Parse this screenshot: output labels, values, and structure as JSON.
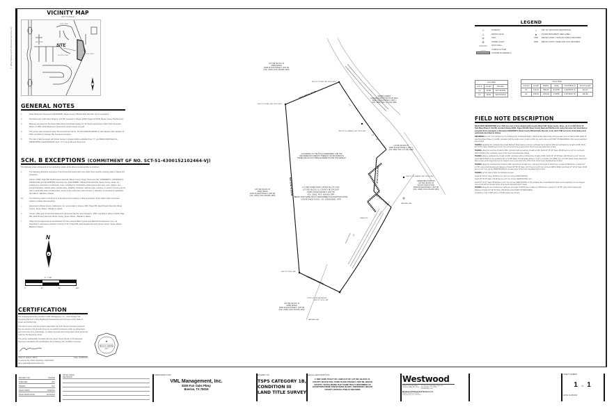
{
  "copyright": "© 2022 Westwood Professional Services, Inc.",
  "vicinity_map": {
    "title": "VICINITY MAP",
    "subtitle": "(NOT TO SCALE)",
    "site_label": "SITE",
    "street_labels": [
      "RIVER CREST",
      "FALL CREEK",
      "BIG WOLF CREEK",
      "RIVER CREST",
      "FAIR OAKS PKWY"
    ]
  },
  "general_notes": {
    "title": "GENERAL NOTES",
    "items": [
      {
        "n": "1.",
        "text": "Deed Reference: Document 20200030051, Bexar County Official Public Records. (As an exception)"
      },
      {
        "n": "2.",
        "text": "Plat Reference: Park Place Phase II, Unit 6B, recorded in Volume 20001, Pages 604-606, Bexar County Plat Records."
      },
      {
        "n": "3.",
        "text": "Bearings are based on the Texas State Plane Coordinate System for the South Central Zone 4204, North American Datum of 1983, 2011 Adjustment. Dimensions shown hereon are grid."
      },
      {
        "n": "4.",
        "text": "This survey was completed using Title Commitment GF No. SCT-51-4300152102464-VJ with effective date January 19, 2022, provided by Chicago Title Insurance Company."
      },
      {
        "n": "5.",
        "text": "The tract of land surveyed and shown hereon is situated within unshaded Zone \"X\", per FEMA FIRM Panel No. 48029C0065F, dated 9/29/2010. Zone \"X\" is not a 100-year flood zone."
      }
    ]
  },
  "sch_b": {
    "title": "SCH. B EXCEPTIONS",
    "title_sub": "(COMMITMENT GF NO. SCT-51-4300152102464-VJ)",
    "intro": "The following notes correspond to the numbering system of the above mentioned title commitment.",
    "items": [
      {
        "n": "1.",
        "text": "The following restrictive covenants of record itemized below (We must either insert specific recording data or delete this exception):"
      },
      {
        "n": "",
        "text": "Volume 11996, Page 965, Real Property Records, Bexar County, Texas; Document Nos. 20190088271, 20190202441, 20190210111 and 20210095250; Document No. 20210008887, Official Public Records, Bexar County, Texas, but omitting any covenants or restrictions, if any, including but not limited to those based upon race, color, religion, sex, sexual orientation, familial status, marital status, disability, handicap, national origin, ancestry, or source of income as set forth in applicable state or federal laws, except to the extent that said covenant or restriction is permitted by applicable law. Affects - Blanket in Nature"
      },
      {
        "n": "10.",
        "text": "The following matters and all terms of the documents creating or offering evidence of the matters (We must insert matters or delete this exception):"
      },
      {
        "n": "j.",
        "text": "Agreement to Bexar County Cablevision, Inc. as recorded in Volume 2225, Page 789, Real Property Records, Bexar County, Texas. Affects - Blanket in Nature"
      },
      {
        "n": "k.",
        "text": "Access, Utility and Construction Easement Agreement filed for record August 4, 2003, recorded in Volume 10199, Page 980, Real Property Records, Bexar County, Texas. Affects - Blanket in Nature"
      },
      {
        "n": "l.",
        "text": "Utility Service Agreement by and between the San Antonio Water System and Macbeth Development, LLC, as described in instrument recorded in Volume 17741, Page 816, Real Property Records, Bexar County, Texas. Affects - Blanket in Nature"
      }
    ]
  },
  "scale": {
    "label": "1\" = 40'",
    "ticks": [
      "0",
      "40",
      "80",
      "120"
    ]
  },
  "certification": {
    "title": "CERTIFICATION",
    "p1": "The undersigned hereby certifies to VML Management, Inc., and Chicago Title Company that he is a duly Registered Professional Land Surveyor of the State of Texas, and further that:",
    "p2": "This plat of survey and the property description set forth hereon has been prepared from an actual on the ground survey by me and/or employees under my supervision and to the best of my knowledge, no visible encroachments have been found except as noted on the foregoing survey.",
    "p3": "This survey substantially complies with the current Texas Society of Professional Surveyors standards and specifications for a Category 1B, Condition III survey.",
    "signer": "Jason R. Gabriel, RPLS",
    "license": "Tx License No. 6240, Expiration: 12/31/2022",
    "email": "jason.gabriel@westwoodps.com",
    "date": "Date: 01/28/2022",
    "seal": {
      "top": "STATE OF TEXAS",
      "name": "JASON R. GABRIEL",
      "number": "6240",
      "bottom": "LAND SURVEYOR"
    }
  },
  "legend": {
    "title": "LEGEND",
    "left": [
      {
        "sym": "⊹",
        "label": "HYDRANT"
      },
      {
        "sym": "⊥",
        "label": "WATER VALVE"
      },
      {
        "sym": "╤",
        "label": "SIGN"
      },
      {
        "sym": "⊚",
        "label": "STREET LIGHT"
      },
      {
        "sym": "▭▭▭",
        "label": "ROCK WALL"
      },
      {
        "sym": "——",
        "label": "CURB & GUTTER"
      },
      {
        "sym": "▨",
        "label": "CONCRETE SIDEWALK"
      }
    ],
    "right": [
      {
        "sym": "○",
        "label": "SET 1/2\" IRON ROD (WESTWOOD)"
      },
      {
        "sym": "●",
        "label": "FOUND MONUMENT (SEE LABEL)"
      },
      {
        "sym": "OPR",
        "label": "BEXAR COUNTY OFFICIAL PUBLIC RECORDS"
      },
      {
        "sym": "DPR",
        "label": "BEXAR COUNTY DEED AND PLAT RECORDS"
      }
    ]
  },
  "line_table": {
    "title": "Line Table",
    "headers": [
      "Line #",
      "Length",
      "Direction"
    ],
    "rows": [
      [
        "L1",
        "29.08",
        "S27°29'43\"E"
      ],
      [
        "L2",
        "18.36",
        "S32°31'22\"W"
      ]
    ]
  },
  "curve_table": {
    "title": "Curve Table",
    "headers": [
      "Curve #",
      "Length",
      "Radius",
      "Delta",
      "Chord Bearing",
      "Chord Length"
    ],
    "rows": [
      [
        "C1",
        "113.61",
        "695.00",
        "9°21'58\"",
        "S 36°58'34\" E",
        "113.47"
      ],
      [
        "C2",
        "230.64",
        "1786.00",
        "7°23'56\"",
        "S 32°08'19\" W",
        "230.48"
      ]
    ]
  },
  "field_notes": {
    "title": "FIELD NOTE DESCRIPTION",
    "paragraphs": [
      {
        "bold": "FIELD NOTE DESCRIPTION of a 1.7987 acre tract of land situated within County Block 5197, Bexar County, Texas, out of Lot 902, Block 15, Park Place Phase II, Unit 6B, recorded Volume 20001, Pages 604-606, Bexar County Deed and Plat Records, being that same tract described as exception from conveyance in Document 20200030051, Bexar County Official Public Records, in all, said 1.7987 acre tract of land being more particularly described as follows:",
        "text": ""
      },
      {
        "bold": "BEGINNING",
        "text": " at a 1/2\" iron rod found on the northwest line of Macbeth Road, a 110-foot wide right-of-way, being an east corner of said Lot 902, Block 15, said Park Place Phase II, Unit 6B, coincident with the south corner of said Lot 906, the south corner and POINT OF BEGINNING of the herein described tract of land;"
      },
      {
        "bold": "THENCE,",
        "text": " departing the southeast line of said Macbeth Road, along a common northeast line of said Lot 902 and southwest line of said Lot 906, North 63° 31' 51\" West, 119.98 feet to a 1/2\" iron rod found for the a west corner of the herein described tract of land;"
      },
      {
        "bold": "THENCE,",
        "text": " along the west line of said Lot 902, coincident with an east line of said Lot 906, North 04° 33' 00\" West, 283.96 feet to a 1/2\" iron rod found (RPLS 5430) for the northwest corner of the herein described tract of land;"
      },
      {
        "bold": "THENCE,",
        "text": " along a southeast line of said Lot 906, coincident with a northwest line of said Lot 902, North 63° 19' 05\" East, 136.39 feet to a 1/2\" iron rod found (RPLS 5430) on the southwest line of Lot 8B, Block 15, Park Place Phase II, Unit 1, recorded in Vol. 9562, Pgs. 147-148, Bexar County Deed and Plat records, at the beginning of a non-tangent curve to the left for the north corner of the herein described tract of land;"
      },
      {
        "bold": "THENCE,",
        "text": " along the southwest line of said Lot 8B, along the arc of said curve, having an arc length of 113.61 feet, a radius of 695.00 feet, a delta of 9° 21' 58\", and a chord bearing and distance of South 36° 58' 34\" East, 113.47 feet to a 1/2\" iron rod found (RPLS 5942), and South 27° 29' 43\" East, 29.08 feet to a 1/2\" iron rod set (WESTWOOD) for an east corner of the herein described tract of land;"
      },
      {
        "bold": "THENCE,",
        "text": " across said Lot 902, the following courses:"
      },
      {
        "bold": "",
        "text": "South 52° 29' 22\" West, 18.56 feet to a 1/2\" iron rod set (WESTWOOD);"
      },
      {
        "bold": "",
        "text": "South 05° 09' 30\" East, 115.29 feet to a 1/2\" iron rod set (WESTWOOD); and"
      },
      {
        "bold": "",
        "text": "South 63° 18' 27\" East, 55.18 feet to a 1/2\" iron rod set (WESTWOOD) on the northwest line of said Macbeth Road, at the beginning of a non-tangent curve to the left for the east corner of the herein described tract of land;"
      },
      {
        "bold": "THENCE,",
        "text": " along the arc of said curve, having an arc length of 230.64 feet, a radius of 1786.00 feet, a delta of 7° 23' 56\", and a chord bearing and distance of South 32° 08' 19\" West, 230.48 feet to the POINT OF BEGINNING."
      },
      {
        "bold": "",
        "text": "Containing, in all, 1.7987 acres or 78,351 square feet of land."
      }
    ]
  },
  "drawing": {
    "labels": {
      "lot_top": [
        "LOT 906, BLOCK 15",
        "OPEN SPACE",
        "PARK PLACE PHASE II, UNIT 6B",
        "(VOL. 20001, PGS. 604-606, DPR)"
      ],
      "lot_left": [
        "LOT 906, BLOCK 15",
        "OPEN SPACE",
        "PARK PLACE PHASE II, UNIT 6B",
        "(VOL. 20001, PGS. 604-606, DPR)"
      ],
      "lot_bottom": [
        "LOT 906, BLOCK 15",
        "OPEN SPACE",
        "PARK PLACE PHASE II, UNIT 6B",
        "(VOL. 20001, PGS. 604-606, DPR)"
      ],
      "river_crest": [
        "RIVER CREST",
        "(VARIABLE WIDTH RIGHT-OF-WAY)",
        "PARK PLACE PHASE II, UNIT 1",
        "(VOL. 9562, PGS. 147-148, DPR)"
      ],
      "lot_8b": [
        "LOT 8B, BLOCK 15",
        "PARK PLACE PHASE II, UNIT 1",
        "(VOL. 9562, PGS. 147-148, DPR)"
      ],
      "remaining": [
        "REMAINING PORTION",
        "LOT 902, BLOCK 15",
        "COUNTY BLOCK 5197",
        "PARK PLACE PHASE II, UNIT 6B",
        "(VOL. 20001, PGS. 604-606, DPR)"
      ],
      "tract": [
        "A 1.7987 ACRE TRACT (78,351 SQ. FT.) OUT",
        "LOT 902, BLOCK 15, COUNTY BLOCK 5197",
        "PARK PLACE PHASE II, UNIT 6B",
        "VOL. 20001, PGS. 604-606, DPR",
        "BEING THAT SAME TRACT DESCRIBED AS EXCEPTION FROM",
        "CONVEYANCE IN DOC. NO. 20200030051, OPR"
      ],
      "commitment_note": [
        "ACCORDING TO THE TITLE COMMITMENT AND THE",
        "RECORDED DOCUMENTS THEREOF, NO INFORMATION",
        "THERE ARE NO PLOTTABLE EASEMENTS FOR THE SUBJECT"
      ],
      "fnd_tl": "FND 1/2\" IR RED CAP \"RPLS 5430\"",
      "fnd_tr": "FND 1/2\" IR RED CAP \"RPLS 5430\"",
      "fnd_orange1": "FND 1/2\" IR ORANGE CAP \"RPLS 5942\"",
      "fnd_orange2": "FND 1/2\" IR ORANGE CAP \"RPLS 5942\"",
      "fnd_no_cap": "FND 1/2\" IR NO CAP",
      "pob": "POINT OF THE BEGINNING",
      "pob_sub": "FND 1/2\" IR NO CAP",
      "natural_gas1": "NATURAL GAS",
      "natural_gas2": "NATURAL GAS",
      "fiber_optic": "FIBER OPT",
      "macbeth": "MACBETH ROAD",
      "brg_top": "N63°19'05\"E 136.39'",
      "brg_left": "N04°33'00\"W 283.96'",
      "brg_right": "S05°09'30\"E 115.29'",
      "brg_se": "S63°18'27\"E 55.18'",
      "brg_bottom": "N63°31'51\"W 119.98'",
      "c1": "C1",
      "c2": "C2",
      "l1": "L1",
      "l2": "L2"
    }
  },
  "title_block": {
    "project_rows": [
      {
        "label": "PROJECT NO.",
        "value": "0042530"
      },
      {
        "label": "CHECKED:",
        "value": "JRG"
      },
      {
        "label": "DRAWN:",
        "value": "DJC"
      },
      {
        "label": "FIELD CREW:",
        "value": "BORA/AL"
      },
      {
        "label": "FIELD WORK DATE:",
        "value": "11/01/2021"
      }
    ],
    "revisions_title": "INITIAL ISSUE",
    "revisions_label": "REVISIONS:",
    "prepared_for_label": "PREPARED FOR:",
    "client_name": "VML Management, Inc.",
    "client_addr1": "8205 Fair Oaks Pkwy",
    "client_addr2": "Boerne, TX 78015",
    "exhibit_label": "EXHIBIT OF:",
    "exhibit_title": [
      "TSPS CATEGORY 1B,",
      "CONDITION III",
      "LAND TITLE SURVEY"
    ],
    "legal_label": "LEGAL DESCRIPTION:",
    "legal_text": "1.7987 ACRE TRACT OF LAND OUT OF LOT 902, BLOCK 15, COUNTY BLOCK 5197, PARK PLACE PHASE II, UNIT 6B, BEXAR COUNTY, TEXAS, BEING THAT SAME TRACT DESCRIBED AS EXCEPTION FROM CONVEYANCE IN DOC. 20200030051, BEXAR COUNTY OFFICIAL PUBLIC RECORDS",
    "company": "Westwood",
    "phone_label": "Phone",
    "phone": "(210) 265-8300",
    "tollfree_label": "Toll Free",
    "tollfree": "(888) 937-5150",
    "address1": "17710 Dry Creek Way, Suite 110",
    "address2": "San Antonio, TX 78259",
    "website": "westwoodps.com",
    "company_full": "Westwood Professional Services, Inc.",
    "tbpels": "TBPELS Firm No. F-11756",
    "tbpels2": "Surveying Firm No. 10074302",
    "sheet_label": "SHEET NUMBER:",
    "sheet_num": "1",
    "sheet_of": "OF",
    "sheet_total": "1",
    "date": "DATE: 01/28/2022"
  }
}
